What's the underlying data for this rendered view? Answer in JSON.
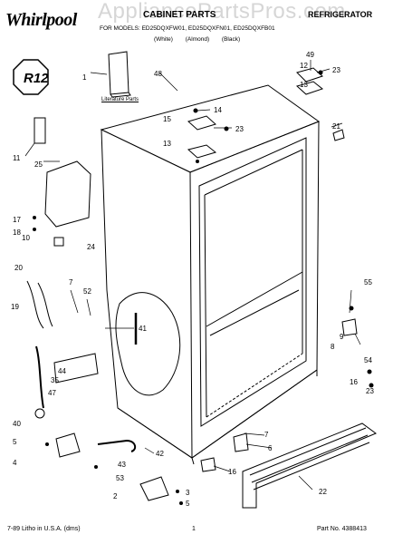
{
  "header": {
    "brand": "Whirlpool",
    "watermark": "AppliancePartsPros.com",
    "title": "CABINET PARTS",
    "category": "REFRIGERATOR",
    "models": "FOR MODELS: ED25DQXFW01, ED25DQXFN01, ED25DQXFB01",
    "colors": "(White) (Almond) (Black)"
  },
  "badge": {
    "text": "R12"
  },
  "literature": {
    "label": "Literature Parts"
  },
  "callouts": [
    "1",
    "2",
    "3",
    "4",
    "5",
    "5",
    "6",
    "7",
    "7",
    "8",
    "9",
    "10",
    "11",
    "12",
    "13",
    "13",
    "14",
    "15",
    "16",
    "16",
    "17",
    "18",
    "19",
    "20",
    "21",
    "22",
    "23",
    "23",
    "23",
    "24",
    "25",
    "35",
    "40",
    "41",
    "42",
    "43",
    "44",
    "47",
    "48",
    "49",
    "52",
    "53",
    "54",
    "55"
  ],
  "footer": {
    "left": "7-89 Litho in U.S.A. (dms)",
    "center": "1",
    "right": "Part No. 4388413"
  }
}
